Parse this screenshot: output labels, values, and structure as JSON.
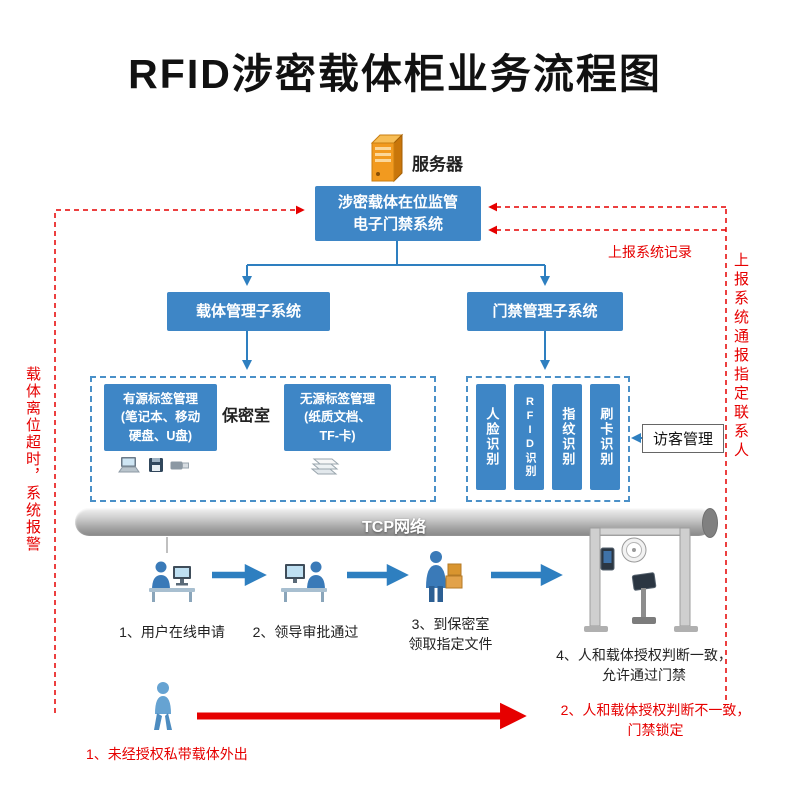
{
  "title": "RFID涉密载体柜业务流程图",
  "server": {
    "label": "服务器"
  },
  "main_system": {
    "text": "涉密载体在位监管\n电子门禁系统"
  },
  "subsystems": {
    "carrier": "载体管理子系统",
    "access": "门禁管理子系统"
  },
  "secret_room": {
    "label": "保密室",
    "active_tag": "有源标签管理\n(笔记本、移动\n硬盘、U盘)",
    "passive_tag": "无源标签管理\n(纸质文档、\nTF-卡)"
  },
  "access_methods": [
    "人脸识别",
    "RFID识别",
    "指纹识别",
    "刷卡识别"
  ],
  "visitor": {
    "label": "访客管理"
  },
  "network": {
    "label": "TCP网络"
  },
  "steps": [
    "1、用户在线申请",
    "2、领导审批通过",
    "3、到保密室\n领取指定文件",
    "4、人和载体授权判断一致，\n允许通过门禁"
  ],
  "alerts": {
    "left_vertical": "载体离位超时，系统报警",
    "right_vertical": "上报系统通报指定联系人",
    "report_record": "上报系统记录",
    "unauthorized": "1、未经授权私带载体外出",
    "mismatch": "2、人和载体授权判断不一致，\n门禁锁定"
  },
  "colors": {
    "accent_blue": "#3e86c6",
    "alert_red": "#e60000",
    "pipe_gray": "#9a9a9a"
  }
}
